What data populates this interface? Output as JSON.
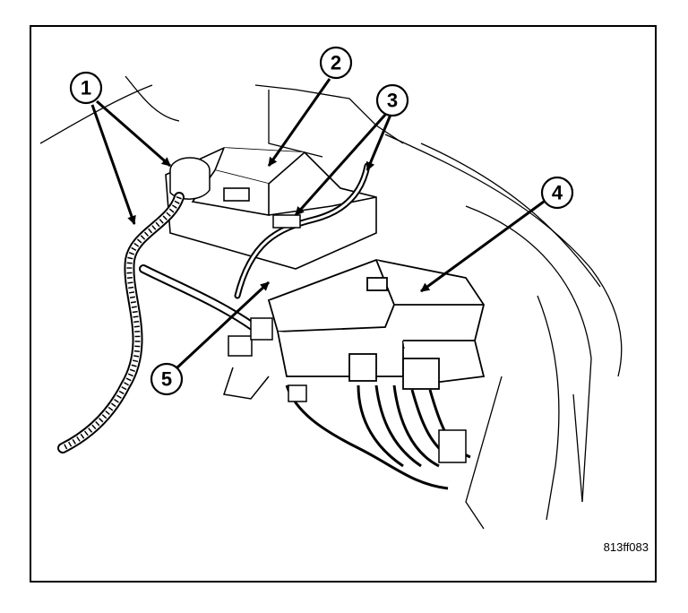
{
  "figure": {
    "id_label": "813ff083"
  },
  "callouts": [
    {
      "label": "1"
    },
    {
      "label": "2"
    },
    {
      "label": "3"
    },
    {
      "label": "4"
    },
    {
      "label": "5"
    }
  ],
  "colors": {
    "ink": "#000000",
    "paper": "#ffffff"
  }
}
